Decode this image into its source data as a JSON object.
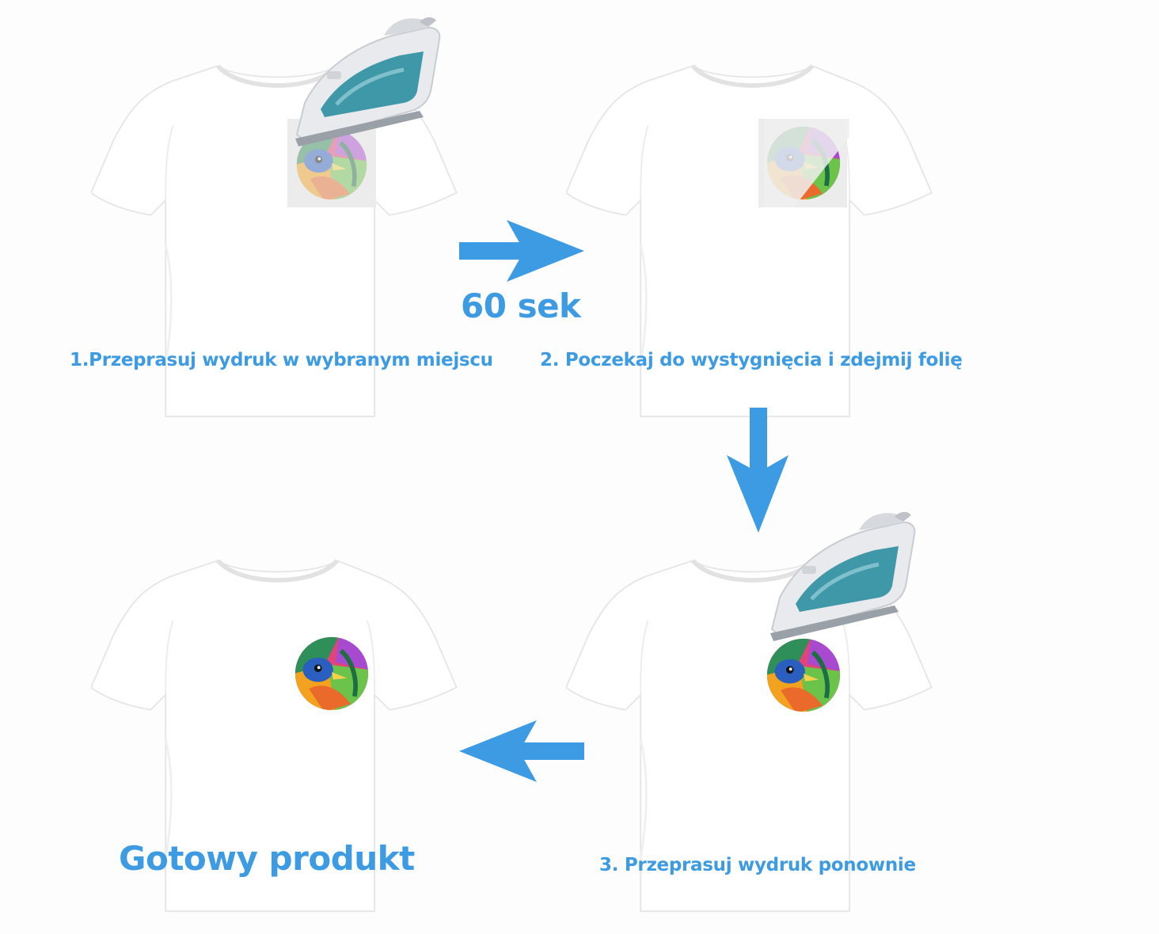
{
  "steps": [
    {
      "label": "1.Przeprasuj wydruk w wybranym miejscu"
    },
    {
      "label": "2. Poczekaj do wystygnięcia i zdejmij folię"
    },
    {
      "label": "3. Przeprasuj wydruk ponownie"
    }
  ],
  "timer": "60 sek",
  "final_label": "Gotowy produkt",
  "colors": {
    "accent": "#3d9be4",
    "iron_teal": "#3f98a8",
    "iron_body": "#e8eaee",
    "shirt": "#ffffff",
    "transfer_sheet": "#ececec"
  },
  "icons": [
    "tshirt-icon",
    "iron-icon",
    "arrow-right-icon",
    "arrow-down-icon",
    "arrow-left-icon",
    "bird-print-icon"
  ]
}
